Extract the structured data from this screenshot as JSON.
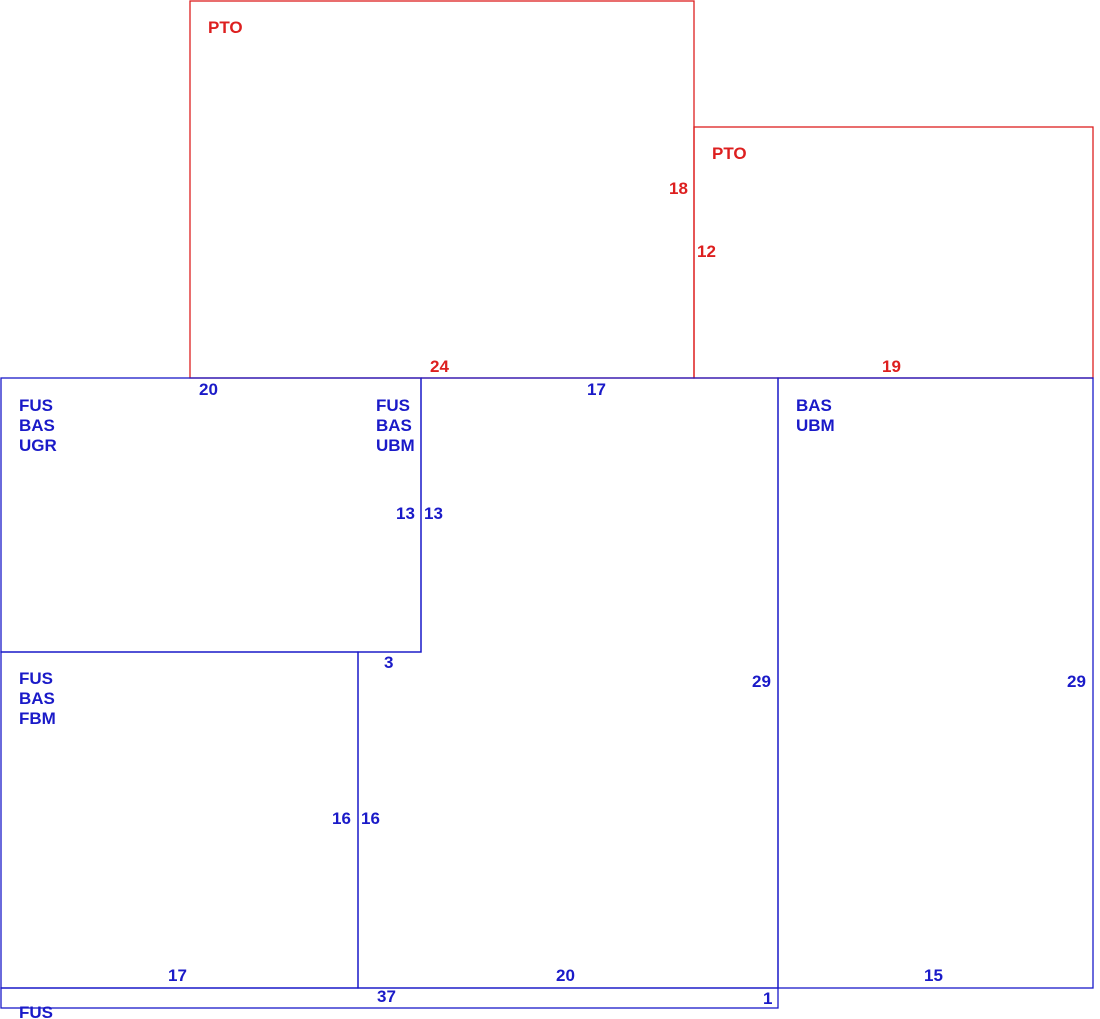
{
  "colors": {
    "red": "#dd1f1f",
    "blue": "#1a1ac8"
  },
  "regions": {
    "pto_a": {
      "lines": [
        "PTO"
      ],
      "dims": [
        "24",
        "18"
      ]
    },
    "pto_b": {
      "lines": [
        "PTO"
      ],
      "dims": [
        "12",
        "19"
      ]
    },
    "fus_bas_ugr": {
      "lines": [
        "FUS",
        "BAS",
        "UGR"
      ],
      "dims": [
        "20",
        "13"
      ]
    },
    "fus_bas_ubm": {
      "lines": [
        "FUS",
        "BAS",
        "UBM"
      ],
      "dims": [
        "13",
        "17",
        "3",
        "29",
        "16",
        "20"
      ]
    },
    "bas_ubm": {
      "lines": [
        "BAS",
        "UBM"
      ],
      "dims": [
        "29",
        "15"
      ]
    },
    "fus_bas_fbm": {
      "lines": [
        "FUS",
        "BAS",
        "FBM"
      ],
      "dims": [
        "16",
        "17"
      ]
    },
    "fus_strip": {
      "lines": [
        "FUS"
      ],
      "dims": [
        "37",
        "1"
      ]
    }
  }
}
